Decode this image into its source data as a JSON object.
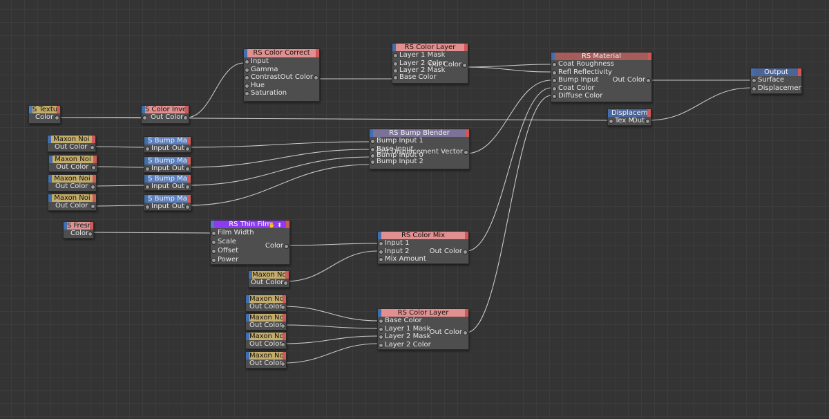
{
  "colors": {
    "background": "#343434",
    "node_body": "#4e4e4e",
    "wire": "#c8c8c8",
    "header_red": "#e28f8f",
    "header_pink": "#d89595",
    "header_yellow": "#c4ad6b",
    "header_blue": "#5a7fbf",
    "header_purple": "#8c3cf0",
    "header_lavender": "#7c7296",
    "header_dark_red": "#a45d5a",
    "header_slate": "#4c6599"
  },
  "nodes": {
    "texture": {
      "title": "S Textu",
      "out": "Color"
    },
    "color_invert": {
      "title": "S Color Inver",
      "out": "Out Color"
    },
    "color_correct": {
      "title": "RS Color Correct",
      "inputs": [
        "Input",
        "Gamma",
        "Contrast",
        "Hue",
        "Saturation"
      ],
      "out": "Out Color"
    },
    "color_layer_top": {
      "title": "RS Color Layer",
      "inputs": [
        "Layer 1 Mask",
        "Layer 2 Color",
        "Layer 2 Mask",
        "Base Color"
      ],
      "out": "Out Color"
    },
    "material": {
      "title": "RS Material",
      "inputs": [
        "Coat Roughness",
        "Refl Reflectivity",
        "Bump Input",
        "Coat Color",
        "Diffuse Color"
      ],
      "out": "Out Color"
    },
    "output": {
      "title": "Output",
      "inputs": [
        "Surface",
        "Displacement"
      ]
    },
    "displacement": {
      "title": "Displacement",
      "left": "Tex M",
      "out": "Out"
    },
    "bump_blender": {
      "title": "RS Bump Blender",
      "inputs": [
        "Bump Input 1",
        "Base Input",
        "Bump Input 0",
        "Bump Input 2"
      ],
      "out": "Out Displacement Vector"
    },
    "noise_1": {
      "title": "Maxon Noi",
      "out": "Out Color"
    },
    "noise_2": {
      "title": "Maxon Noi",
      "out": "Out Color"
    },
    "noise_3": {
      "title": "Maxon Noi",
      "out": "Out Color"
    },
    "noise_4": {
      "title": "Maxon Noi",
      "out": "Out Color"
    },
    "bump_1": {
      "title": "S Bump Ma",
      "in": "Input",
      "out": "Out"
    },
    "bump_2": {
      "title": "S Bump Ma",
      "in": "Input",
      "out": "Out"
    },
    "bump_3": {
      "title": "S Bump Ma",
      "in": "Input",
      "out": "Out"
    },
    "bump_4": {
      "title": "S Bump Ma",
      "in": "Input",
      "out": "Out"
    },
    "fresnel": {
      "title": "S Fresn",
      "out": "Color"
    },
    "thin_film": {
      "title": "RS Thin Film",
      "badge": "✋ ⬍",
      "inputs": [
        "Film Width",
        "Scale",
        "Offset",
        "Power"
      ],
      "out": "Color"
    },
    "color_mix": {
      "title": "RS Color Mix",
      "inputs": [
        "Input 1",
        "Input 2",
        "Mix Amount"
      ],
      "out": "Out Color"
    },
    "noise_5": {
      "title": "Maxon No",
      "out": "Out Color"
    },
    "noise_6": {
      "title": "Maxon No",
      "out": "Out Color"
    },
    "noise_7": {
      "title": "Maxon No",
      "out": "Out Color"
    },
    "noise_8": {
      "title": "Maxon No",
      "out": "Out Color"
    },
    "noise_9": {
      "title": "Maxon No",
      "out": "Out Color"
    },
    "color_layer_bottom": {
      "title": "RS Color Layer",
      "inputs": [
        "Base Color",
        "Layer 1 Mask",
        "Layer 2 Mask",
        "Layer 2 Color"
      ],
      "out": "Out Color"
    }
  }
}
